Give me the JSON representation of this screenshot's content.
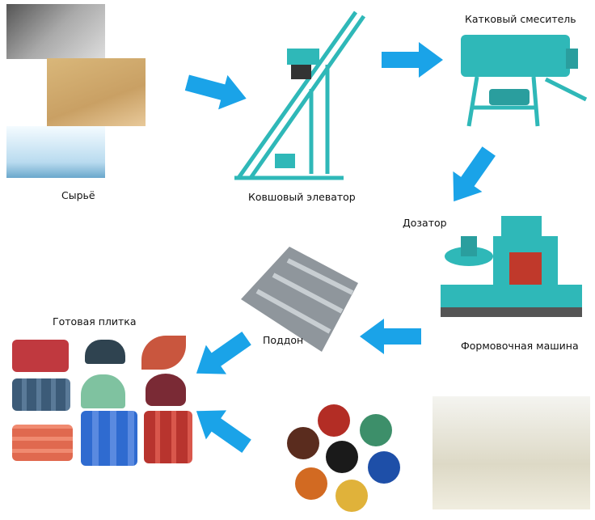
{
  "title": "Tile production process",
  "colors": {
    "arrow": "#1aa3e8",
    "machine": "#2fb8b8"
  },
  "labels": {
    "raw": "Сырьё",
    "elevator": "Ковшовый элеватор",
    "mixer": "Катковый смеситель",
    "dozer": "Дозатор",
    "forming": "Формовочная машина",
    "pallet": "Поддон",
    "finished": "Готовая плитка"
  }
}
